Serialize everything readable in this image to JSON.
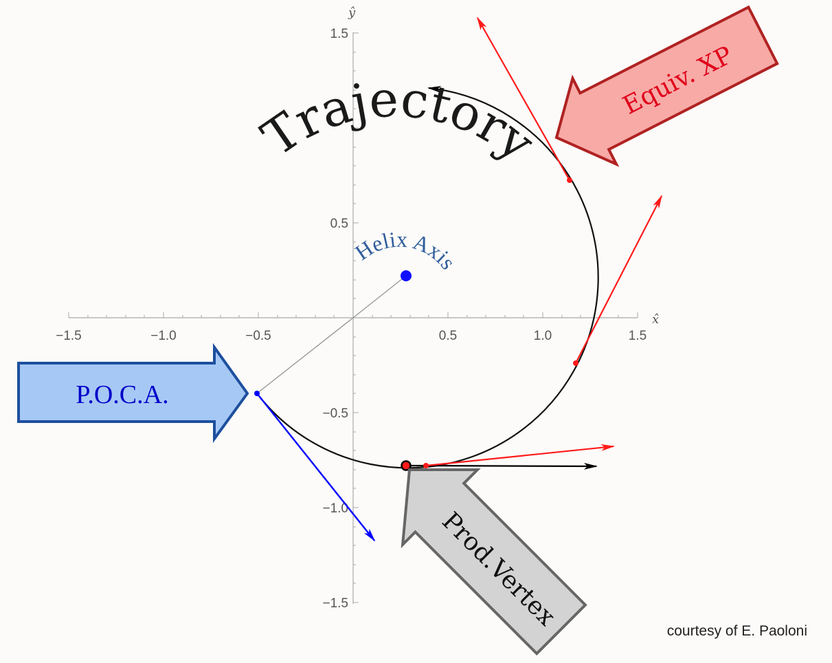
{
  "axes": {
    "x_label": "x̂",
    "y_label": "ŷ",
    "x_ticks": [
      "−1.5",
      "−1.0",
      "−0.5",
      "0.5",
      "1.0",
      "1.5"
    ],
    "y_ticks": [
      "1.5",
      "0.5",
      "−0.5",
      "−1.0",
      "−1.5"
    ]
  },
  "labels": {
    "trajectory": "Trajectory",
    "helix_axis": "Helix Axis",
    "poca": "P.O.C.A.",
    "prod_vertex": "Prod.Vertex",
    "equiv_xp": "Equiv. XP"
  },
  "credit": "courtesy of E. Paoloni",
  "colors": {
    "trajectory": "#111111",
    "poca_arrow": "#a6c8f5",
    "poca_text": "#0000c8",
    "prod_arrow": "#d3d3d3",
    "xp_arrow": "#f7aaa6",
    "xp_text": "#e0001a",
    "helix_axis": "#2f5d9c",
    "momentum_red": "#ff1a1a",
    "momentum_blue": "#0000ff"
  }
}
